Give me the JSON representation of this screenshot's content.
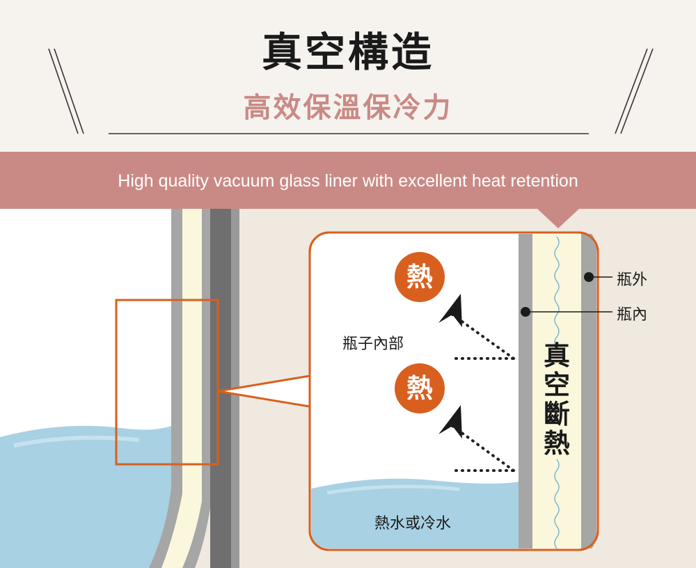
{
  "header": {
    "title": "真空構造",
    "subtitle": "高效保溫保冷力"
  },
  "banner": {
    "text": "High quality vacuum glass liner with excellent heat retention"
  },
  "diagram": {
    "labels": {
      "outer_wall": "瓶外",
      "inner_wall": "瓶內",
      "inside_bottle": "瓶子內部",
      "heat": "熱",
      "vacuum_insulation": "真空斷熱",
      "liquid": "熱水或冷水"
    }
  },
  "colors": {
    "background": "#efe9e0",
    "banner": "#c98a85",
    "accent_orange": "#d85f1e",
    "water": "#a8d1e3",
    "vacuum_layer": "#fbf7dc",
    "wall_gray": "#a6a6a6",
    "dark_wall": "#6f6f6f"
  }
}
